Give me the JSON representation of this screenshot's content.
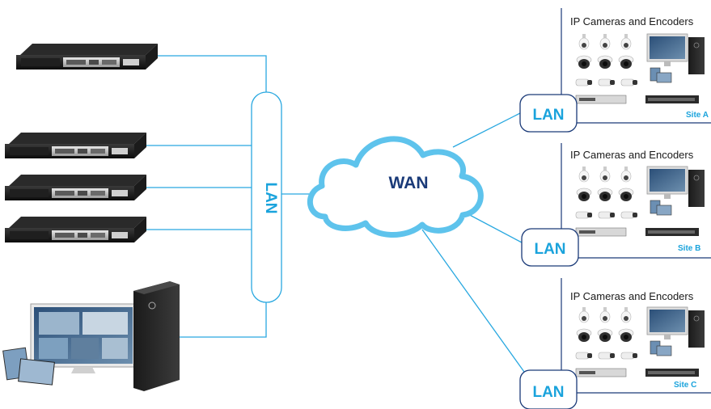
{
  "diagram": {
    "colors": {
      "line": "#29a8e0",
      "cloud_outline": "#5ec3ec",
      "lan_text": "#1aa3dc",
      "wan_text": "#1a3a78",
      "site_border": "#1a3a78",
      "site_label": "#1aa3dc",
      "text_dark": "#1a1a1a"
    },
    "central_lan": {
      "label": "LAN"
    },
    "wan": {
      "label": "WAN"
    },
    "servers": [
      {
        "icon": "rack-server-icon"
      },
      {
        "icon": "rack-server-icon"
      },
      {
        "icon": "rack-server-icon"
      },
      {
        "icon": "rack-server-icon"
      }
    ],
    "workstation": {
      "icon": "workstation-icon"
    },
    "sites": [
      {
        "title": "IP Cameras and Encoders",
        "label": "Site A",
        "lan_label": "LAN"
      },
      {
        "title": "IP Cameras and Encoders",
        "label": "Site B",
        "lan_label": "LAN"
      },
      {
        "title": "IP Cameras and Encoders",
        "label": "Site C",
        "lan_label": "LAN"
      }
    ]
  }
}
